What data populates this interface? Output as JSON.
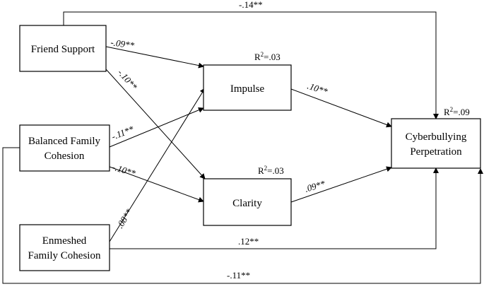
{
  "nodes": {
    "friend_support": {
      "line1": "Friend Support"
    },
    "balanced_cohesion": {
      "line1": "Balanced Family",
      "line2": "Cohesion"
    },
    "enmeshed_cohesion": {
      "line1": "Enmeshed",
      "line2": "Family Cohesion"
    },
    "impulse": {
      "line1": "Impulse",
      "rsq_prefix": "R",
      "rsq_sup": "2",
      "rsq_value": "=.03"
    },
    "clarity": {
      "line1": "Clarity",
      "rsq_prefix": "R",
      "rsq_sup": "2",
      "rsq_value": "=.03"
    },
    "cyberbullying": {
      "line1": "Cyberbullying",
      "line2": "Perpetration",
      "rsq_prefix": "R",
      "rsq_sup": "2",
      "rsq_value": "=.09"
    }
  },
  "paths": {
    "friend_to_cyber": "-.14**",
    "friend_to_impulse": "-.09**",
    "friend_to_clarity": "-.10**",
    "balanced_to_impulse": "-.11**",
    "balanced_to_clarity": "-.10**",
    "enmeshed_to_impulse": ".08**",
    "enmeshed_to_cyber": ".12**",
    "impulse_to_cyber": ".10**",
    "clarity_to_cyber": ".09**",
    "balanced_to_cyber": "-.11**"
  }
}
